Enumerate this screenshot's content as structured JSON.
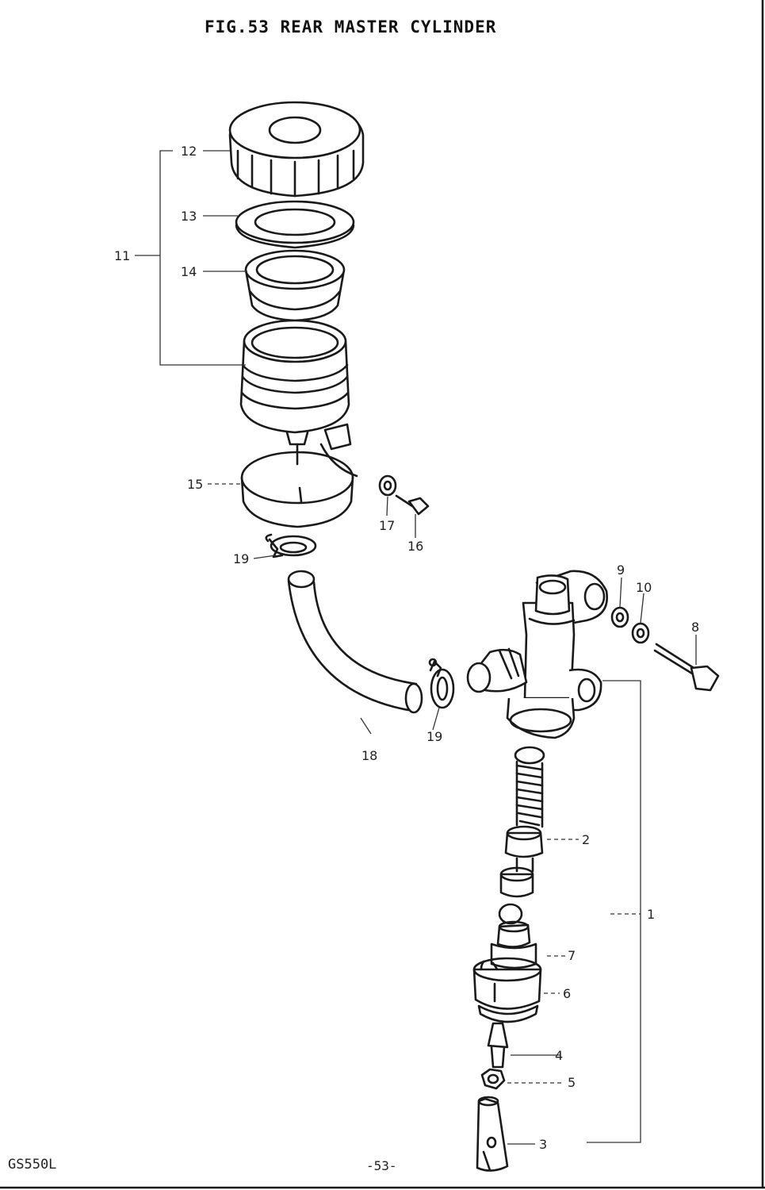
{
  "title": "FIG.53  REAR MASTER CYLINDER",
  "footer": {
    "model": "GS550L",
    "page": "-53-"
  },
  "callouts": {
    "c1": "1",
    "c2": "2",
    "c3": "3",
    "c4": "4",
    "c5": "5",
    "c6": "6",
    "c7": "7",
    "c8": "8",
    "c9": "9",
    "c10": "10",
    "c11": "11",
    "c12": "12",
    "c13": "13",
    "c14": "14",
    "c15": "15",
    "c16": "16",
    "c17": "17",
    "c18": "18",
    "c19a": "19",
    "c19b": "19"
  }
}
